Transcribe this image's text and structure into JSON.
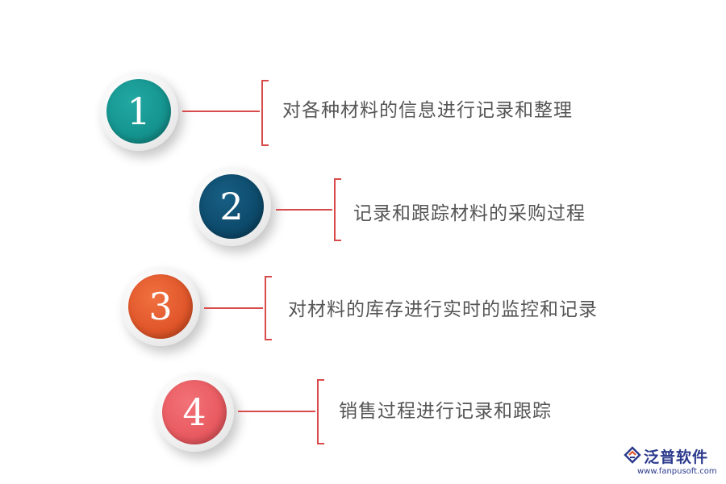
{
  "steps": [
    {
      "number": "1",
      "text": "对各种材料的信息进行记录和整理",
      "color": "#15948f"
    },
    {
      "number": "2",
      "text": "记录和跟踪材料的采购过程",
      "color": "#0d4a6b"
    },
    {
      "number": "3",
      "text": "对材料的库存进行实时的监控和记录",
      "color": "#e0562a"
    },
    {
      "number": "4",
      "text": "销售过程进行记录和跟踪",
      "color": "#e85a60"
    }
  ],
  "colors": {
    "connector": "#d94b4b",
    "label": "#555555",
    "brand": "#2b3a8c"
  },
  "logo": {
    "name": "泛普软件",
    "url": "www.fanpusoft.com",
    "icon": "fanpu-logo-icon"
  }
}
